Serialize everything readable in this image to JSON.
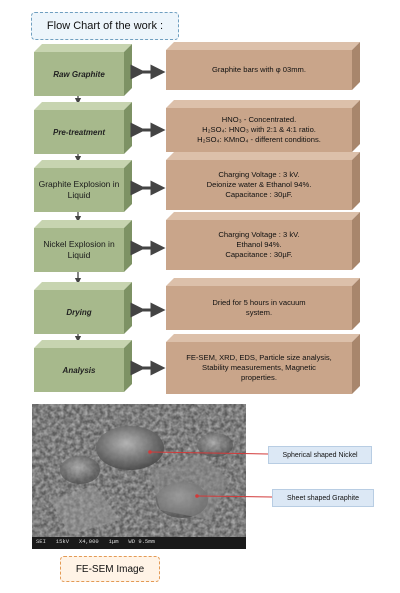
{
  "title": "Flow Chart of the work :",
  "steps": [
    {
      "label": "Raw Graphite",
      "description": "Graphite bars with φ 03mm."
    },
    {
      "label": "Pre-treatment",
      "description": "HNO₃ - Concentrated.\nH₂SO₄: HNO₃ with 2:1 & 4:1 ratio.\nH₂SO₄: KMnO₄ - different conditions."
    },
    {
      "label": "Graphite Explosion in Liquid",
      "description": "Charging Voltage : 3 kV.\nDeionize water & Ethanol 94%.\nCapacitance : 30µF."
    },
    {
      "label": "Nickel Explosion in Liquid",
      "description": "Charging Voltage : 3 kV.\nEthanol 94%.\nCapacitance : 30µF."
    },
    {
      "label": "Drying",
      "description": "Dried for 5 hours in vacuum\nsystem."
    },
    {
      "label": "Analysis",
      "description": "FE-SEM, XRD, EDS, Particle size analysis,\nStability measurements, Magnetic\nproperties."
    }
  ],
  "sem_image": {
    "callout_1": "Spherical shaped Nickel",
    "callout_2": "Sheet shaped Graphite",
    "footer_text": "SEI   15kV   X4,000   1µm   WD 9.5mm"
  },
  "caption": "FE-SEM Image",
  "colors": {
    "step_box": "#a7b98c",
    "step_box_top": "#c7d4b0",
    "step_box_side": "#7d9264",
    "desc_box": "#c9a58a",
    "desc_box_top": "#dcc0aa",
    "desc_box_side": "#a8866c",
    "arrow": "#444444"
  }
}
